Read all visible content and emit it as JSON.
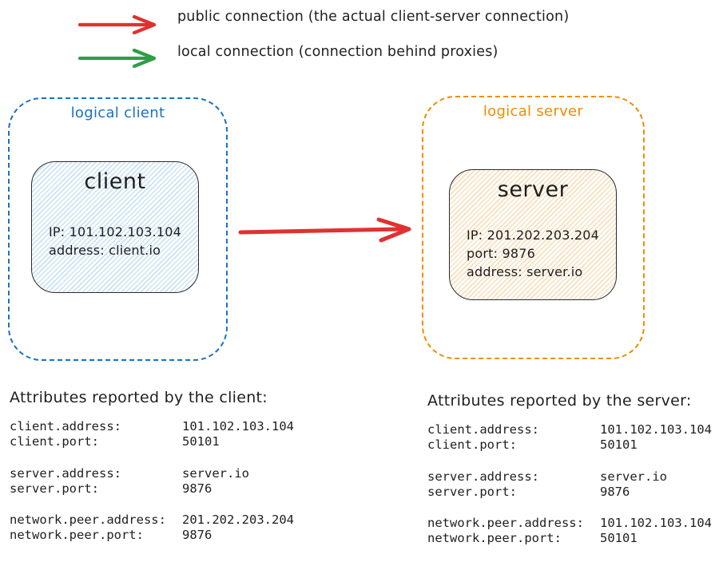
{
  "colors": {
    "public_connection": "#e03131",
    "local_connection": "#2f9e44",
    "logical_client_border": "#1971c2",
    "logical_server_border": "#f08c00",
    "client_fill_hachure": "#c9e2f6",
    "server_fill_hachure": "#f9dfbc",
    "ink": "#1e1e1e"
  },
  "legend": {
    "items": [
      {
        "arrow": "red-arrow",
        "color": "#e03131",
        "label": "public connection (the actual client-server connection)"
      },
      {
        "arrow": "green-arrow",
        "color": "#2f9e44",
        "label": "local connection (connection behind proxies)"
      }
    ]
  },
  "diagram": {
    "client_group": {
      "label": "logical client",
      "node_title": "client",
      "node_lines": [
        "IP: 101.102.103.104",
        "address: client.io"
      ]
    },
    "server_group": {
      "label": "logical server",
      "node_title": "server",
      "node_lines": [
        "IP: 201.202.203.204",
        "port: 9876",
        "address: server.io"
      ]
    }
  },
  "attributes": {
    "client": {
      "title": "Attributes reported by the client:",
      "groups": [
        [
          {
            "key": "client.address:",
            "value": "101.102.103.104"
          },
          {
            "key": "client.port:",
            "value": "50101"
          }
        ],
        [
          {
            "key": "server.address:",
            "value": "server.io"
          },
          {
            "key": "server.port:",
            "value": "9876"
          }
        ],
        [
          {
            "key": "network.peer.address:",
            "value": "201.202.203.204"
          },
          {
            "key": "network.peer.port:",
            "value": "9876"
          }
        ]
      ]
    },
    "server": {
      "title": "Attributes reported by the server:",
      "groups": [
        [
          {
            "key": "client.address:",
            "value": "101.102.103.104"
          },
          {
            "key": "client.port:",
            "value": "50101"
          }
        ],
        [
          {
            "key": "server.address:",
            "value": "server.io"
          },
          {
            "key": "server.port:",
            "value": "9876"
          }
        ],
        [
          {
            "key": "network.peer.address:",
            "value": "101.102.103.104"
          },
          {
            "key": "network.peer.port:",
            "value": "50101"
          }
        ]
      ]
    }
  }
}
